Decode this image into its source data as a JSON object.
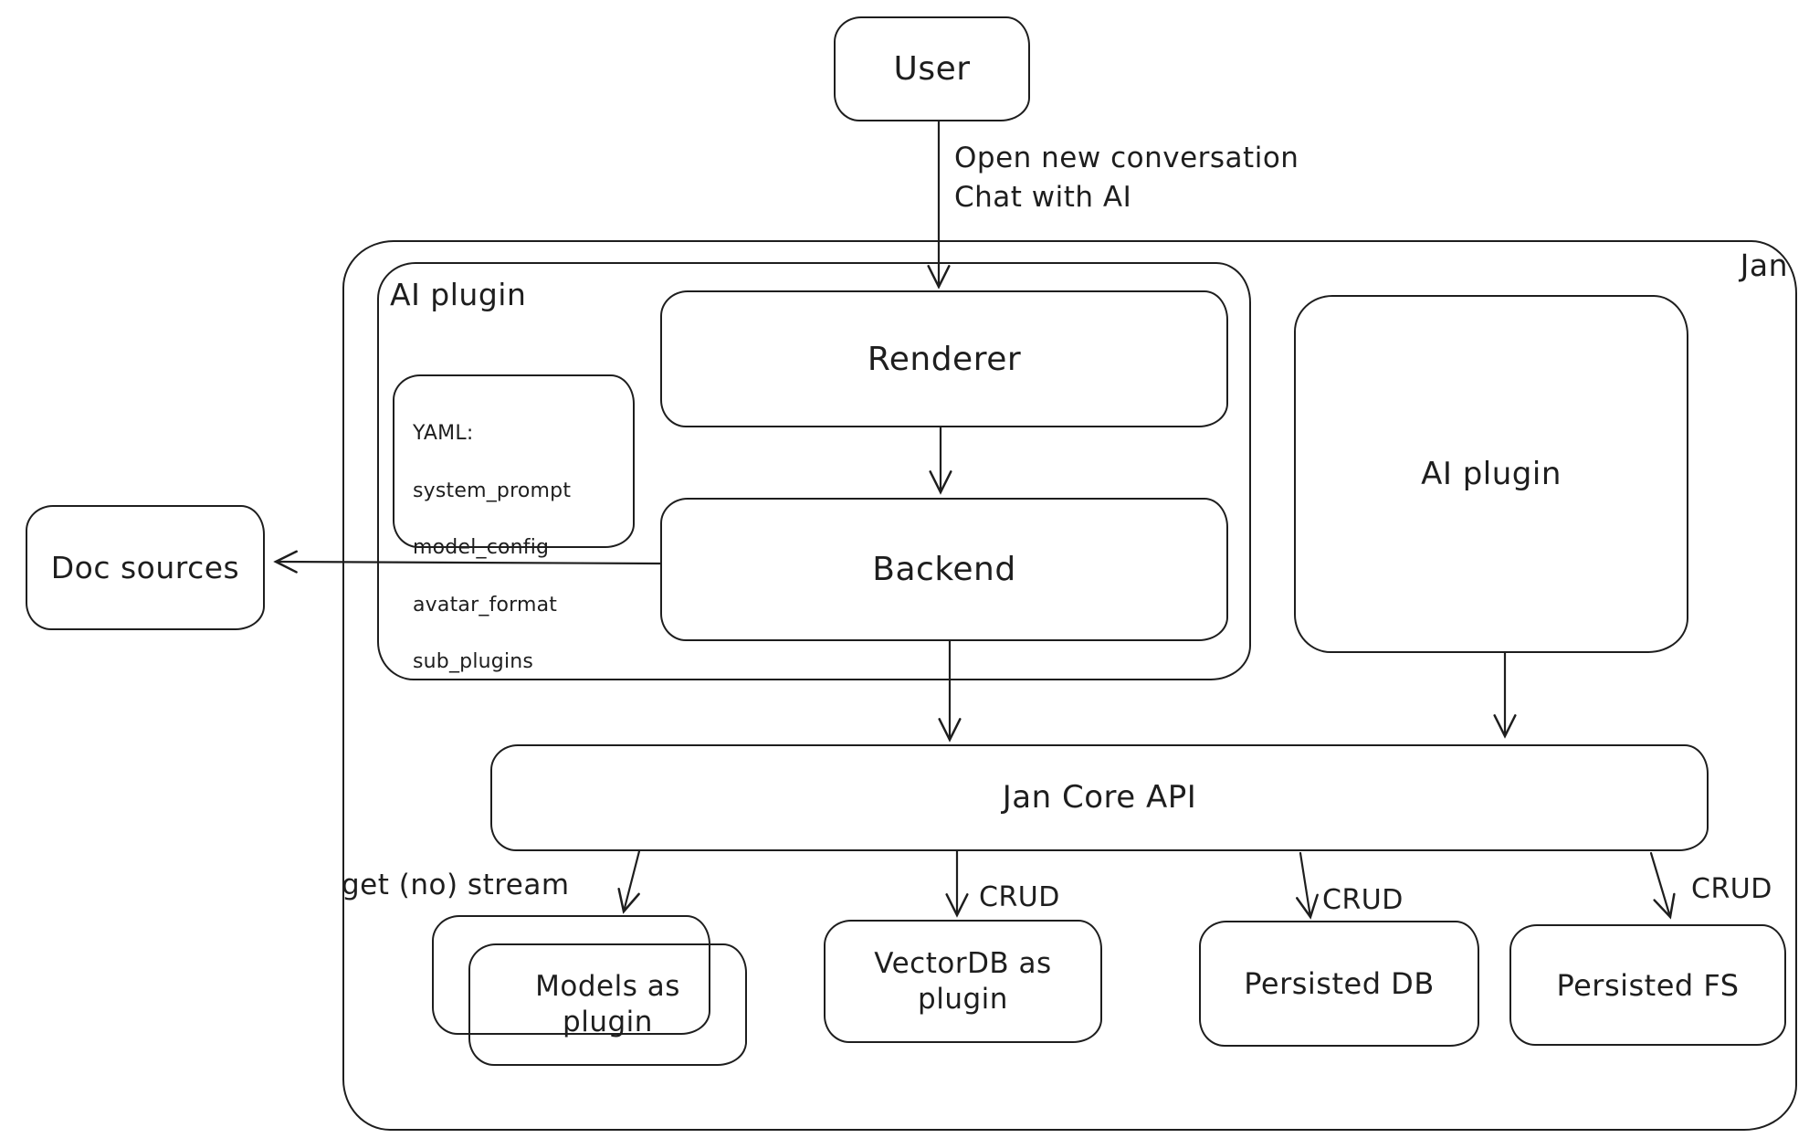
{
  "colors": {
    "stroke": "#1e1e1e",
    "background": "#ffffff"
  },
  "nodes": {
    "user": {
      "label": "User"
    },
    "jan_container": {
      "label": "Jan"
    },
    "ai_plugin_container": {
      "label": "AI plugin"
    },
    "renderer": {
      "label": "Renderer"
    },
    "backend": {
      "label": "Backend"
    },
    "yaml_note": {
      "lines": [
        "YAML:",
        "system_prompt",
        "model_config",
        "avatar_format",
        "sub_plugins"
      ]
    },
    "doc_sources": {
      "label": "Doc sources"
    },
    "ai_plugin_right": {
      "label": "AI plugin"
    },
    "jan_core_api": {
      "label": "Jan Core API"
    },
    "models_as_plugin": {
      "label": "Models as\nplugin"
    },
    "vectordb_as_plugin": {
      "label": "VectorDB as\nplugin"
    },
    "persisted_db": {
      "label": "Persisted DB"
    },
    "persisted_fs": {
      "label": "Persisted FS"
    }
  },
  "edges": {
    "user_to_renderer": {
      "label": "Open new conversation\nChat with AI"
    },
    "core_to_models": {
      "label": "get (no) stream"
    },
    "core_to_vectordb": {
      "label": "CRUD"
    },
    "core_to_persisted_db": {
      "label": "CRUD"
    },
    "core_to_persisted_fs": {
      "label": "CRUD"
    }
  }
}
